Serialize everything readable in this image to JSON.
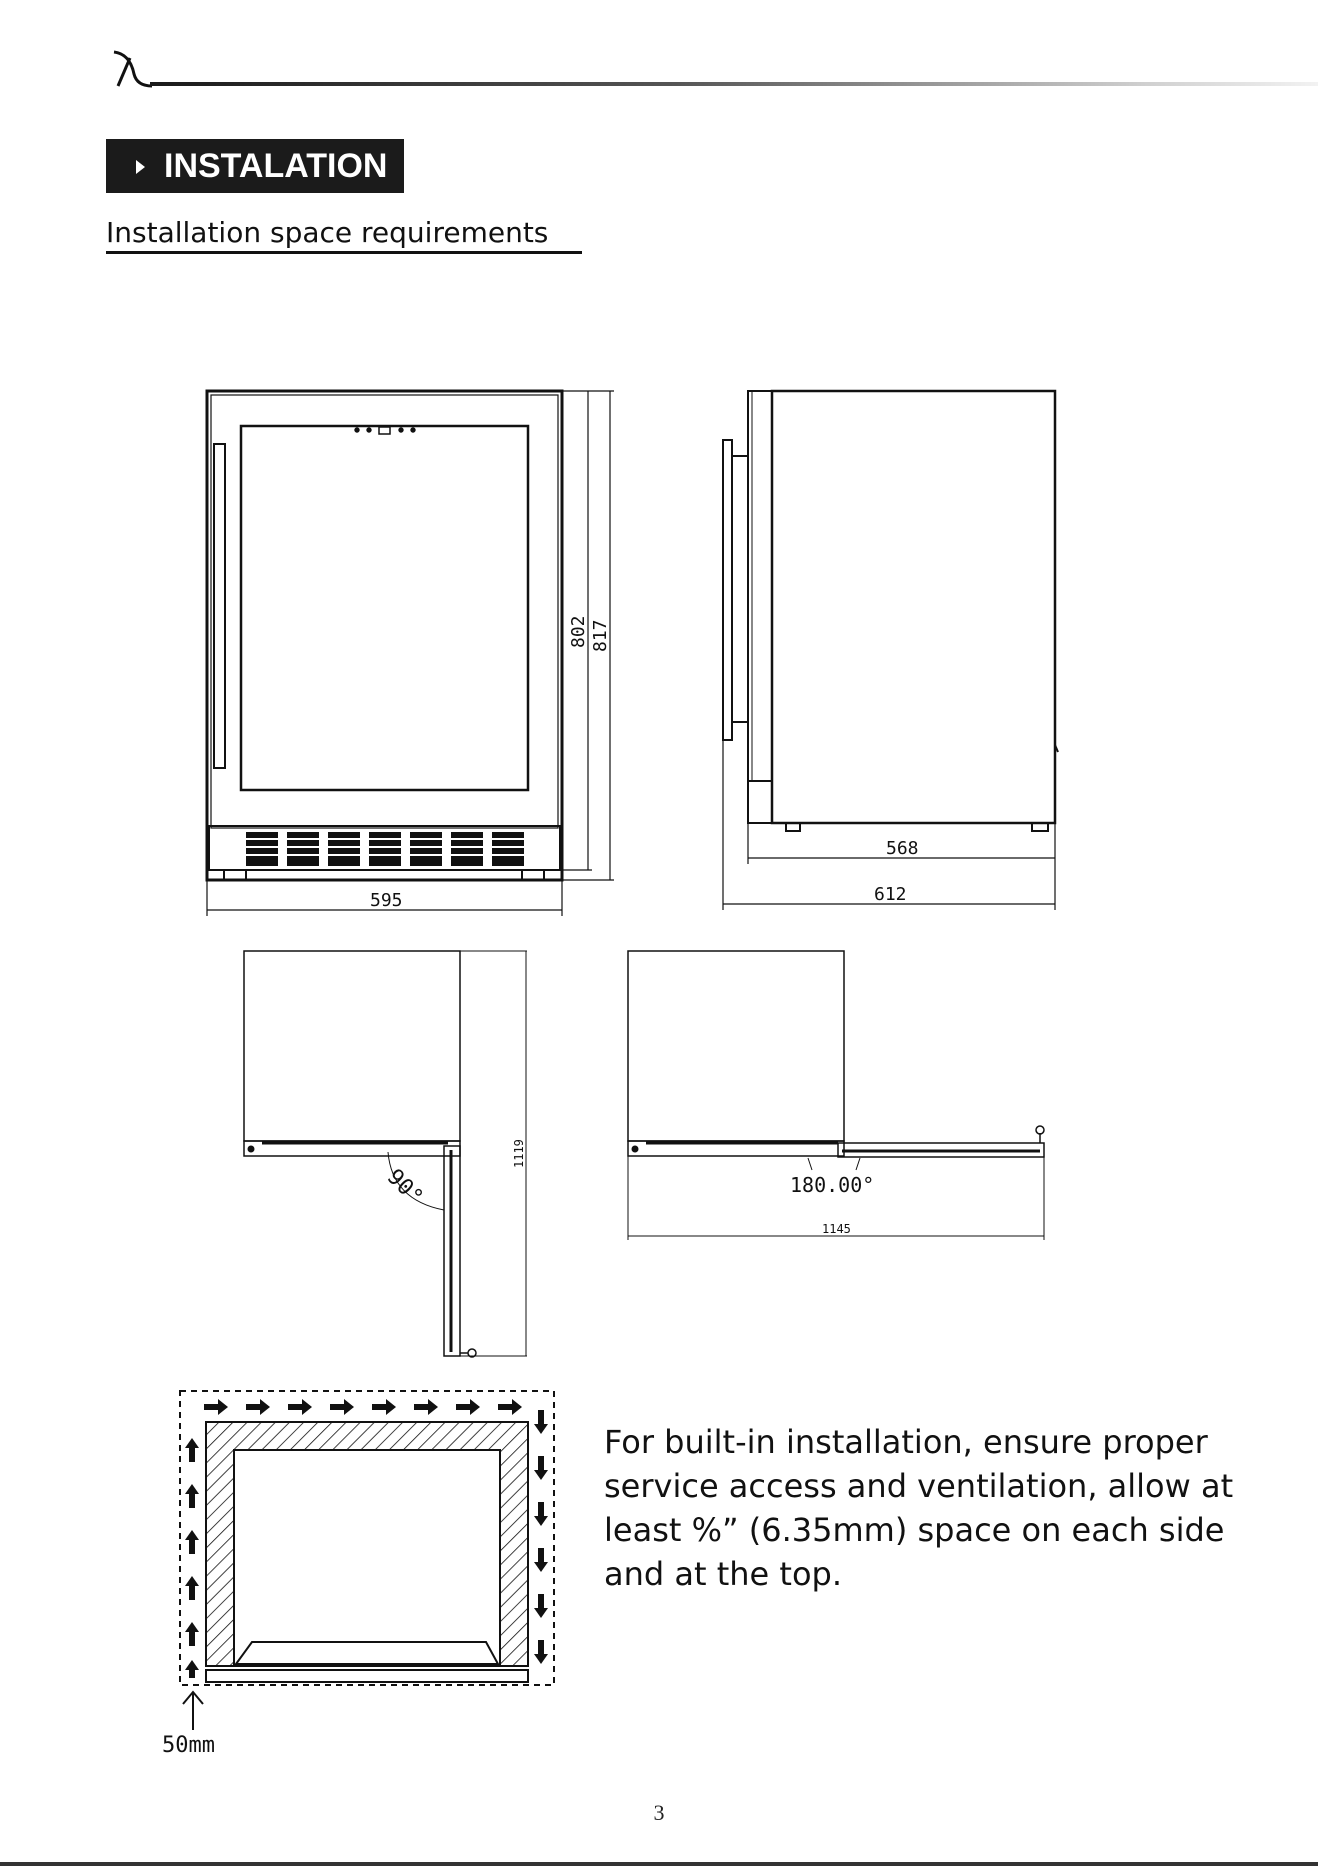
{
  "header": {
    "section_label": "INSTALATION",
    "subtitle": "Installation space requirements"
  },
  "dimensions": {
    "front_height_inner": "802",
    "front_height_outer": "817",
    "front_width": "595",
    "side_depth_body": "568",
    "side_depth_total": "612",
    "door_open_90_depth": "1119",
    "door_open_180_width": "1145",
    "angle_90": "90°",
    "angle_180": "180.00°",
    "bottom_clearance": "50mm"
  },
  "note": {
    "text": "For built-in installation, ensure proper service access and ventilation, allow at least %” (6.35mm) space on each side and at the top."
  },
  "footer": {
    "page_number": "3"
  },
  "colors": {
    "ink": "#111111",
    "badge_background": "#1b1b1b",
    "badge_text": "#ffffff"
  },
  "icons": {
    "logo": "brand-logo-icon",
    "badge_marker": "triangle-right-icon",
    "airflow": "arrow-icon"
  }
}
